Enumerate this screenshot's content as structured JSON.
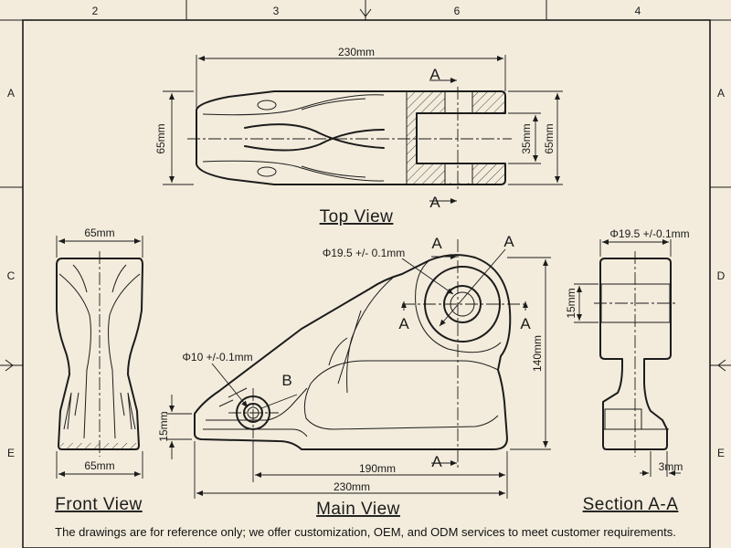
{
  "border": {
    "top_columns": [
      "2",
      "3",
      "6",
      "4"
    ],
    "rows_left": [
      "A",
      "C",
      "E"
    ],
    "rows_right": [
      "A",
      "D",
      "E"
    ]
  },
  "views": {
    "top": {
      "title": "Top View",
      "length": "230mm",
      "width_left": "65mm",
      "inner_width": "35mm",
      "width_right": "65mm",
      "section_mark": "A"
    },
    "front": {
      "title": "Front View",
      "width_top": "65mm",
      "width_bottom": "65mm"
    },
    "main": {
      "title": "Main View",
      "hole_large": "Φ19.5 +/- 0.1mm",
      "hole_small": "Φ10 +/-0.1mm",
      "detail_a": "A",
      "detail_b": "B",
      "height": "140mm",
      "base_height": "15mm",
      "len_190": "190mm",
      "len_230": "230mm",
      "section_mark": "A"
    },
    "section": {
      "title": "Section A-A",
      "hole": "Φ19.5 +/-0.1mm",
      "wall": "15mm",
      "tip": "3mm"
    }
  },
  "footer": "The drawings are for reference only; we offer customization, OEM, and ODM services to meet customer requirements."
}
